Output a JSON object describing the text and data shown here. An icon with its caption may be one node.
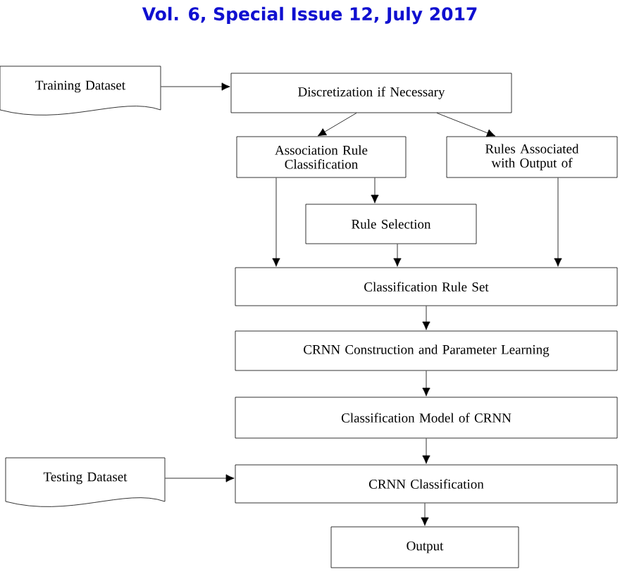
{
  "diagram": {
    "title": "Vol. 6, Special Issue 12, July 2017",
    "nodes": [
      {
        "text": [
          "Training Dataset"
        ]
      },
      {
        "text": [
          "Discretization if Necessary"
        ]
      },
      {
        "text": [
          "Association Rule Classification"
        ]
      },
      {
        "text": [
          "Rules Associated with Output of"
        ]
      },
      {
        "text": [
          "Rule Selection"
        ]
      },
      {
        "text": [
          "Classification Rule Set"
        ]
      },
      {
        "text": [
          "CRNN Construction and Parameter Learning"
        ]
      },
      {
        "text": [
          "Classification Model of CRNN"
        ]
      },
      {
        "text": [
          "Testing Dataset"
        ]
      },
      {
        "text": [
          "CRNN Classification"
        ]
      },
      {
        "text": [
          "Output"
        ]
      }
    ],
    "edges": [
      {
        "from": 0,
        "to": 1,
        "arrow": "to"
      },
      {
        "from": 1,
        "to": 2,
        "arrow": "to"
      },
      {
        "from": 1,
        "to": 3,
        "arrow": "to"
      },
      {
        "from": 2,
        "to": 4,
        "arrow": "to"
      },
      {
        "from": 2,
        "to": 5,
        "arrow": "to"
      },
      {
        "from": 4,
        "to": 5,
        "arrow": "to"
      },
      {
        "from": 3,
        "to": 5,
        "arrow": "to"
      },
      {
        "from": 5,
        "to": 6,
        "arrow": "to"
      },
      {
        "from": 6,
        "to": 7,
        "arrow": "to"
      },
      {
        "from": 7,
        "to": 9,
        "arrow": "to"
      },
      {
        "from": 8,
        "to": 9,
        "arrow": "to"
      },
      {
        "from": 9,
        "to": 10,
        "arrow": "to"
      }
    ]
  }
}
